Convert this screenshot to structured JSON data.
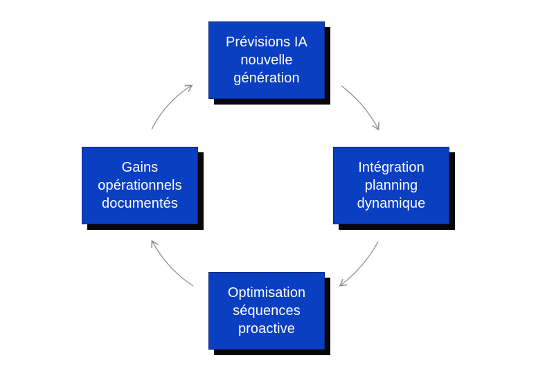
{
  "diagram": {
    "type": "cycle",
    "colors": {
      "box_fill": "#0b3fc1",
      "box_border": "#062a84",
      "shadow": "#070707",
      "label_text": "#ffffff",
      "arrow": "#8a8f94",
      "background": "#ffffff"
    },
    "nodes": [
      {
        "id": "top",
        "label": "Prévisions IA\nnouvelle\ngénération"
      },
      {
        "id": "right",
        "label": "Intégration\nplanning\ndynamique"
      },
      {
        "id": "bottom",
        "label": "Optimisation\nséquences\nproactive"
      },
      {
        "id": "left",
        "label": "Gains\nopérationnels\ndocumentés"
      }
    ],
    "edges": [
      {
        "from": "top",
        "to": "right",
        "direction": "clockwise"
      },
      {
        "from": "right",
        "to": "bottom",
        "direction": "clockwise"
      },
      {
        "from": "bottom",
        "to": "left",
        "direction": "clockwise"
      },
      {
        "from": "left",
        "to": "top",
        "direction": "clockwise"
      }
    ]
  }
}
